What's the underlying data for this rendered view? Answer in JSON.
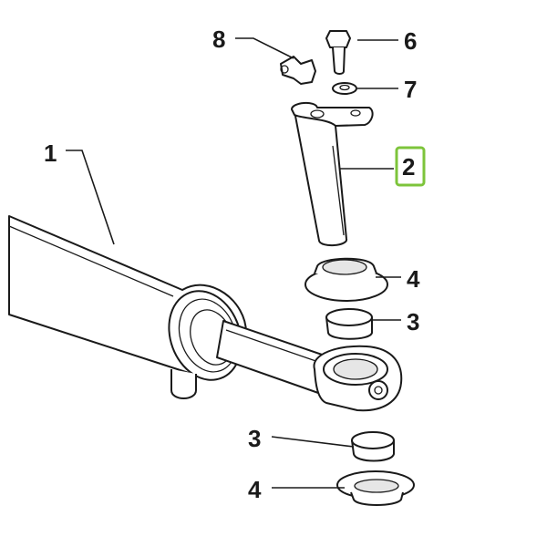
{
  "highlight_color": "#7dc43b",
  "callouts": {
    "c1": "1",
    "c2": "2",
    "c3_upper": "3",
    "c3_lower": "3",
    "c4_upper": "4",
    "c4_lower": "4",
    "c6": "6",
    "c7": "7",
    "c8": "8"
  },
  "highlighted_callout": "2"
}
